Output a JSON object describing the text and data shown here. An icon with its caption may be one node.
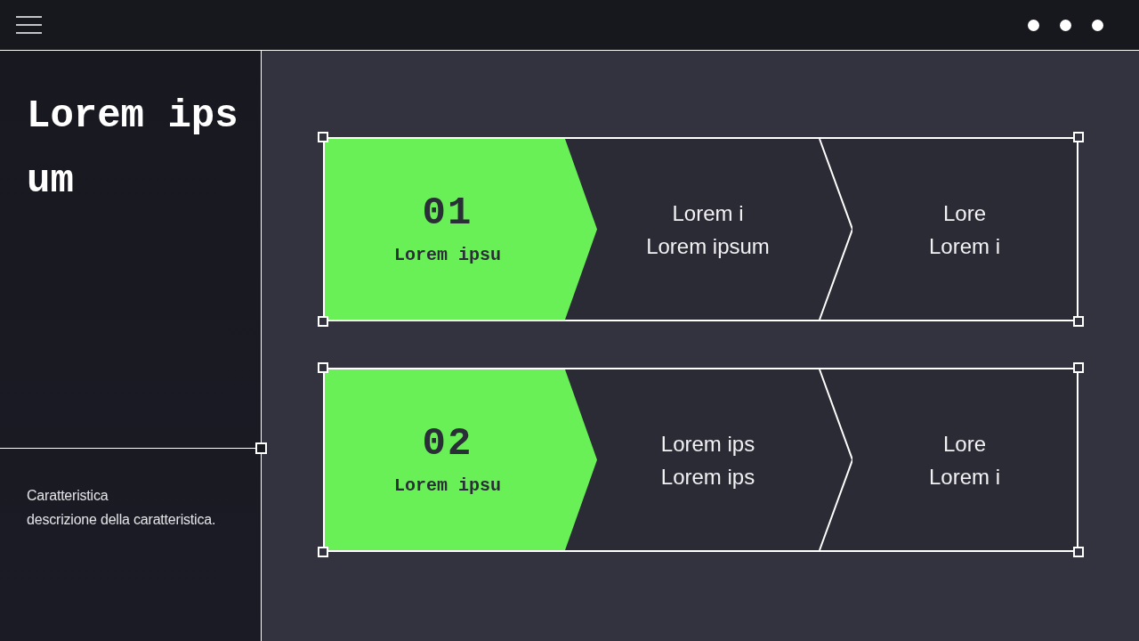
{
  "diagram": {
    "title": "Lorem ipsum",
    "nodes": [
      {
        "text": [
          "01",
          "Lorem ipsu"
        ]
      },
      {
        "text": [
          "Lorem i",
          "Lorem ipsum"
        ]
      },
      {
        "text": [
          "Lore",
          "Lorem i"
        ]
      },
      {
        "text": [
          "02",
          "Lorem ipsu"
        ]
      },
      {
        "text": [
          "Lorem ips",
          "Lorem ips"
        ]
      },
      {
        "text": [
          "Lore",
          "Lorem i"
        ]
      }
    ],
    "labels": [
      "Caratteristica",
      "descrizione della caratteristica."
    ]
  }
}
